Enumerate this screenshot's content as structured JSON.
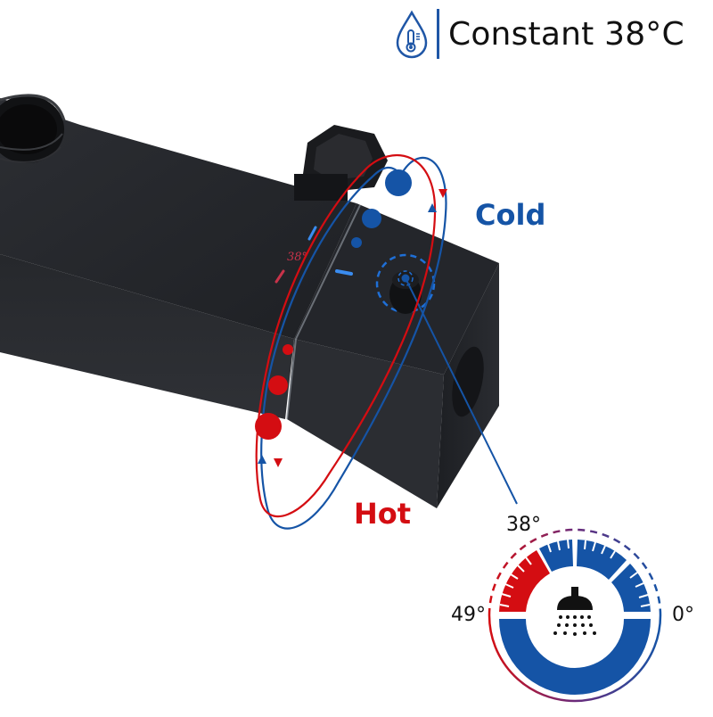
{
  "header": {
    "icon": "water-drop-thermometer-icon",
    "title": "Constant 38°C"
  },
  "product": {
    "name": "thermostatic-mixer-bar",
    "body_color": "#2a2c31",
    "dial_marking": "38°"
  },
  "labels": {
    "cold": "Cold",
    "hot": "Hot"
  },
  "gauge": {
    "top_label": "38°",
    "left_label": "49°",
    "right_label": "0°",
    "center_icon": "shower-head-icon"
  },
  "colors": {
    "cold": "#1554a6",
    "hot": "#d40d12",
    "accent_blue": "#3a8cf0"
  }
}
